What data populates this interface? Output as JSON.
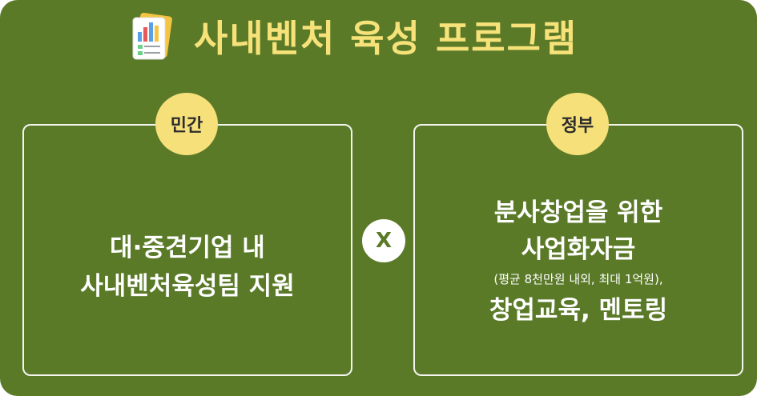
{
  "title": "사내벤처 육성 프로그램",
  "icon": "chart-document-icon",
  "colors": {
    "background": "#5a7a28",
    "accent": "#f5e07a",
    "title": "#f7e27a",
    "text": "#ffffff"
  },
  "left": {
    "badge": "민간",
    "line1": "대·중견기업 내",
    "line2": "사내벤처육성팀 지원"
  },
  "operator": "X",
  "right": {
    "badge": "정부",
    "line1": "분사창업을 위한",
    "line2": "사업화자금",
    "note": "(평균 8천만원 내외, 최대 1억원),",
    "line3": "창업교육, 멘토링"
  }
}
